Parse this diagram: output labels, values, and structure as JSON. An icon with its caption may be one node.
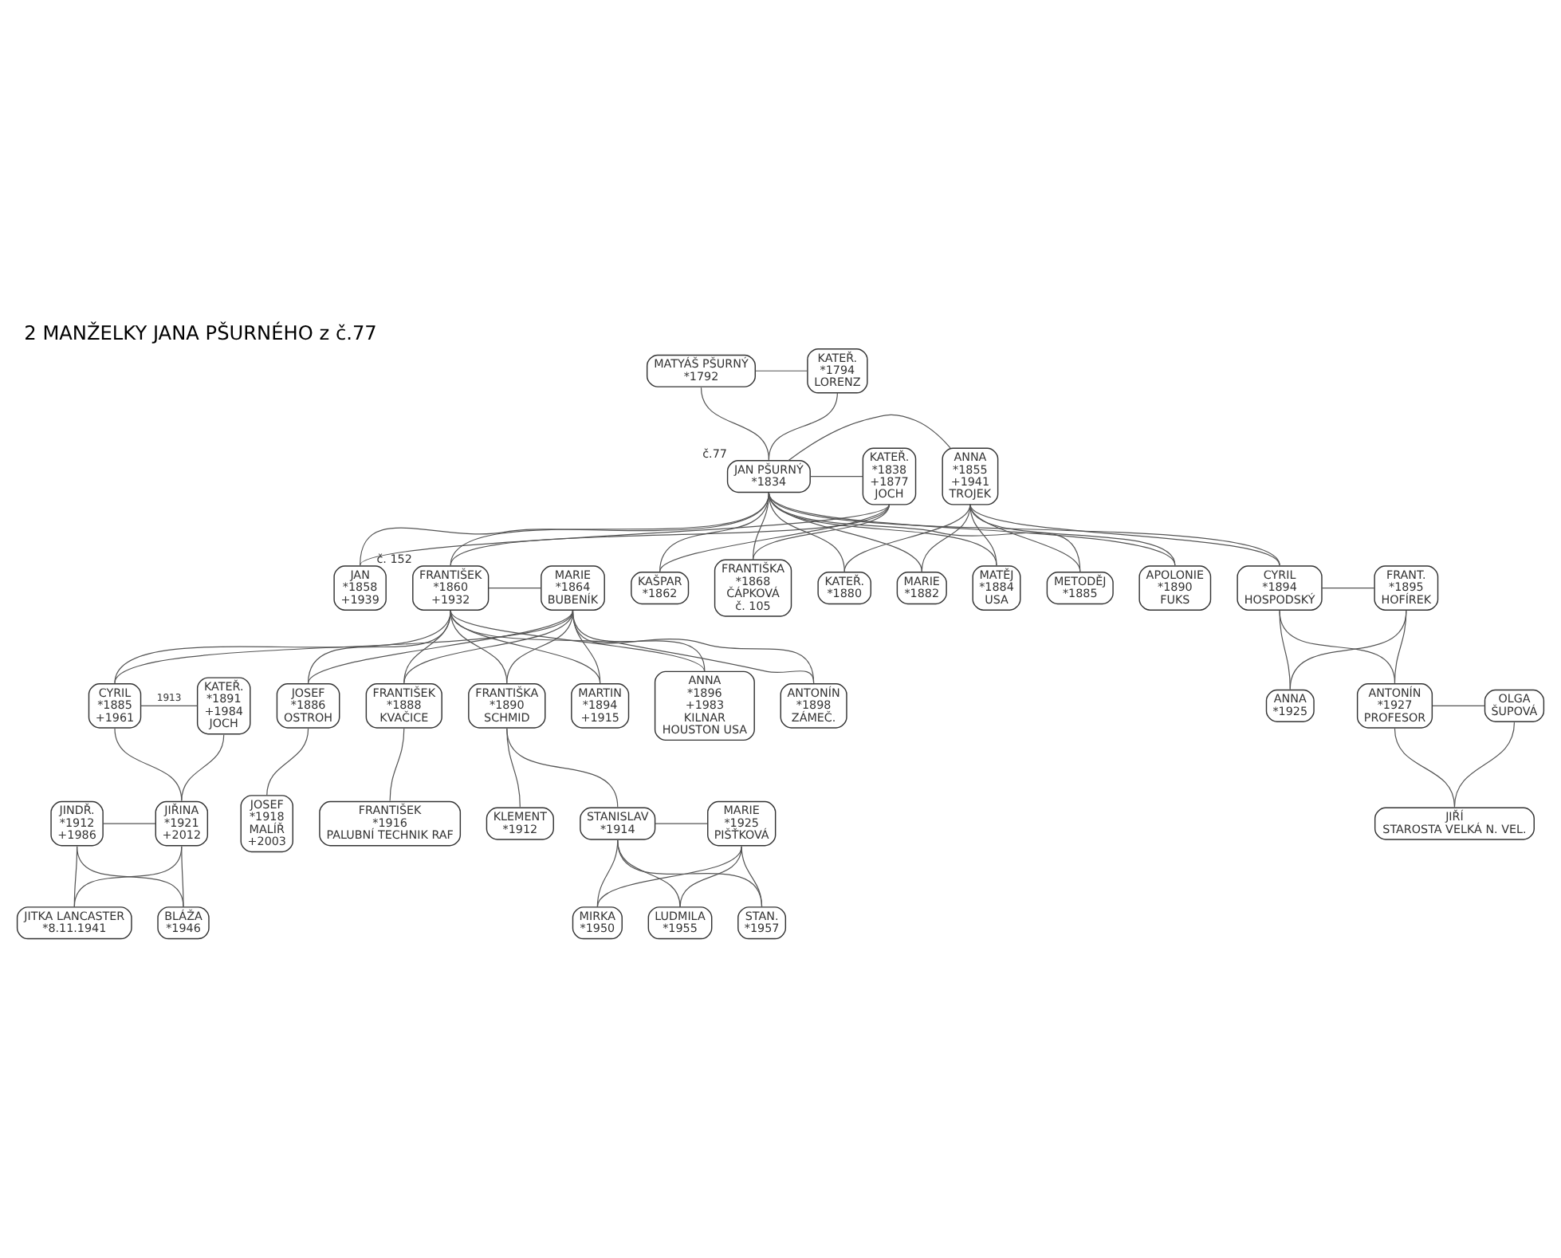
{
  "diagram": {
    "title": "2 MANŽELKY JANA PŠURNÉHO z č.77",
    "nodes": [
      {
        "text": [
          "MATYÁŠ PŠURNÝ",
          "*1792"
        ]
      },
      {
        "text": [
          "KATEŘ.",
          "*1794",
          "LORENZ"
        ]
      },
      {
        "text": [
          "JAN PŠURNÝ",
          "*1834"
        ],
        "beside": [
          "č.77"
        ]
      },
      {
        "text": [
          "KATEŘ.",
          "*1838",
          "+1877",
          "JOCH"
        ]
      },
      {
        "text": [
          "ANNA",
          "*1855",
          "+1941",
          "TROJEK"
        ]
      },
      {
        "text": [
          "JAN",
          "*1858",
          "+1939"
        ]
      },
      {
        "text": [
          "FRANTIŠEK",
          "*1860",
          "+1932"
        ],
        "beside": [
          "č. 152"
        ]
      },
      {
        "text": [
          "MARIE",
          "*1864",
          "BUBENÍK"
        ]
      },
      {
        "text": [
          "KAŠPAR",
          "*1862"
        ]
      },
      {
        "text": [
          "FRANTIŠKA",
          "*1868",
          "ČÁPKOVÁ",
          "č. 105"
        ]
      },
      {
        "text": [
          "KATEŘ.",
          "*1880"
        ]
      },
      {
        "text": [
          "MARIE",
          "*1882"
        ]
      },
      {
        "text": [
          "MATĚJ",
          "*1884",
          "USA"
        ]
      },
      {
        "text": [
          "METODĚJ",
          "*1885"
        ]
      },
      {
        "text": [
          "APOLONIE",
          "*1890",
          "FUKS"
        ]
      },
      {
        "text": [
          "CYRIL",
          "*1894",
          "HOSPODSKÝ"
        ]
      },
      {
        "text": [
          "FRANT.",
          "*1895",
          "HOFÍREK"
        ]
      },
      {
        "text": [
          "CYRIL",
          "*1885",
          "+1961"
        ]
      },
      {
        "text": [
          "KATEŘ.",
          "*1891",
          "+1984",
          "JOCH"
        ]
      },
      {
        "text": [
          "JOSEF",
          "*1886",
          "OSTROH"
        ]
      },
      {
        "text": [
          "FRANTIŠEK",
          "*1888",
          "KVAČICE"
        ]
      },
      {
        "text": [
          "FRANTIŠKA",
          "*1890",
          "SCHMID"
        ]
      },
      {
        "text": [
          "MARTIN",
          "*1894",
          "+1915"
        ]
      },
      {
        "text": [
          "ANNA",
          "*1896",
          "+1983",
          "KILNAR",
          "HOUSTON USA"
        ]
      },
      {
        "text": [
          "ANTONÍN",
          "*1898",
          "ZÁMEČ."
        ]
      },
      {
        "text": [
          "ANNA",
          "*1925"
        ]
      },
      {
        "text": [
          "ANTONÍN",
          "*1927",
          "PROFESOR"
        ]
      },
      {
        "text": [
          "OLGA",
          "ŠUPOVÁ"
        ]
      },
      {
        "text": [
          "JIŘÍ",
          "STAROSTA VELKÁ N. VEL."
        ]
      },
      {
        "text": [
          "JINDŘ.",
          "*1912",
          "+1986"
        ]
      },
      {
        "text": [
          "JIŘINA",
          "*1921",
          "+2012"
        ]
      },
      {
        "text": [
          "JOSEF",
          "*1918",
          "MALÍŘ",
          "+2003"
        ]
      },
      {
        "text": [
          "FRANTIŠEK",
          "*1916",
          "PALUBNÍ TECHNIK RAF"
        ]
      },
      {
        "text": [
          "KLEMENT",
          "*1912"
        ]
      },
      {
        "text": [
          "STANISLAV",
          "*1914"
        ]
      },
      {
        "text": [
          "MARIE",
          "*1925",
          "PIŠŤKOVÁ"
        ]
      },
      {
        "text": [
          "JITKA LANCASTER",
          "*8.11.1941"
        ]
      },
      {
        "text": [
          "BLÁŽA",
          "*1946"
        ]
      },
      {
        "text": [
          "MIRKA",
          "*1950"
        ]
      },
      {
        "text": [
          "LUDMILA",
          "*1955"
        ]
      },
      {
        "text": [
          "STAN.",
          "*1957"
        ]
      }
    ],
    "edges": [
      {
        "from": 0,
        "to": 1,
        "arrow": "none"
      },
      {
        "from": 0,
        "to": 2,
        "arrow": "none"
      },
      {
        "from": 1,
        "to": 2,
        "arrow": "none"
      },
      {
        "from": 2,
        "to": 3,
        "arrow": "none"
      },
      {
        "from": 2,
        "to": 4,
        "arrow": "none"
      },
      {
        "from": 2,
        "to": 5,
        "arrow": "none"
      },
      {
        "from": 3,
        "to": 5,
        "arrow": "none"
      },
      {
        "from": 2,
        "to": 6,
        "arrow": "none"
      },
      {
        "from": 3,
        "to": 6,
        "arrow": "none"
      },
      {
        "from": 2,
        "to": 8,
        "arrow": "none"
      },
      {
        "from": 3,
        "to": 8,
        "arrow": "none"
      },
      {
        "from": 2,
        "to": 9,
        "arrow": "none"
      },
      {
        "from": 3,
        "to": 9,
        "arrow": "none"
      },
      {
        "from": 2,
        "to": 10,
        "arrow": "none"
      },
      {
        "from": 4,
        "to": 10,
        "arrow": "none"
      },
      {
        "from": 2,
        "to": 11,
        "arrow": "none"
      },
      {
        "from": 4,
        "to": 11,
        "arrow": "none"
      },
      {
        "from": 2,
        "to": 12,
        "arrow": "none"
      },
      {
        "from": 4,
        "to": 12,
        "arrow": "none"
      },
      {
        "from": 2,
        "to": 13,
        "arrow": "none"
      },
      {
        "from": 4,
        "to": 13,
        "arrow": "none"
      },
      {
        "from": 2,
        "to": 14,
        "arrow": "none"
      },
      {
        "from": 4,
        "to": 14,
        "arrow": "none"
      },
      {
        "from": 2,
        "to": 15,
        "arrow": "none"
      },
      {
        "from": 4,
        "to": 15,
        "arrow": "none"
      },
      {
        "from": 6,
        "to": 7,
        "arrow": "none"
      },
      {
        "from": 6,
        "to": 17,
        "arrow": "none"
      },
      {
        "from": 7,
        "to": 17,
        "arrow": "none"
      },
      {
        "from": 6,
        "to": 19,
        "arrow": "none"
      },
      {
        "from": 7,
        "to": 19,
        "arrow": "none"
      },
      {
        "from": 6,
        "to": 20,
        "arrow": "none"
      },
      {
        "from": 7,
        "to": 20,
        "arrow": "none"
      },
      {
        "from": 6,
        "to": 21,
        "arrow": "none"
      },
      {
        "from": 7,
        "to": 21,
        "arrow": "none"
      },
      {
        "from": 6,
        "to": 22,
        "arrow": "none"
      },
      {
        "from": 7,
        "to": 22,
        "arrow": "none"
      },
      {
        "from": 6,
        "to": 23,
        "arrow": "none"
      },
      {
        "from": 7,
        "to": 23,
        "arrow": "none"
      },
      {
        "from": 6,
        "to": 24,
        "arrow": "none"
      },
      {
        "from": 7,
        "to": 24,
        "arrow": "none"
      },
      {
        "from": 15,
        "to": 16,
        "arrow": "none"
      },
      {
        "from": 15,
        "to": 25,
        "arrow": "none"
      },
      {
        "from": 16,
        "to": 25,
        "arrow": "none"
      },
      {
        "from": 15,
        "to": 26,
        "arrow": "none"
      },
      {
        "from": 16,
        "to": 26,
        "arrow": "none"
      },
      {
        "from": 17,
        "to": 18,
        "label": "1913",
        "arrow": "none"
      },
      {
        "from": 17,
        "to": 30,
        "arrow": "none"
      },
      {
        "from": 18,
        "to": 30,
        "arrow": "none"
      },
      {
        "from": 26,
        "to": 27,
        "arrow": "none"
      },
      {
        "from": 26,
        "to": 28,
        "arrow": "none"
      },
      {
        "from": 27,
        "to": 28,
        "arrow": "none"
      },
      {
        "from": 19,
        "to": 31,
        "arrow": "none"
      },
      {
        "from": 20,
        "to": 32,
        "arrow": "none"
      },
      {
        "from": 21,
        "to": 33,
        "arrow": "none"
      },
      {
        "from": 21,
        "to": 34,
        "arrow": "none"
      },
      {
        "from": 29,
        "to": 30,
        "arrow": "none"
      },
      {
        "from": 29,
        "to": 36,
        "arrow": "none"
      },
      {
        "from": 30,
        "to": 36,
        "arrow": "none"
      },
      {
        "from": 29,
        "to": 37,
        "arrow": "none"
      },
      {
        "from": 30,
        "to": 37,
        "arrow": "none"
      },
      {
        "from": 34,
        "to": 35,
        "arrow": "none"
      },
      {
        "from": 34,
        "to": 38,
        "arrow": "none"
      },
      {
        "from": 35,
        "to": 38,
        "arrow": "none"
      },
      {
        "from": 34,
        "to": 39,
        "arrow": "none"
      },
      {
        "from": 35,
        "to": 39,
        "arrow": "none"
      },
      {
        "from": 34,
        "to": 40,
        "arrow": "none"
      },
      {
        "from": 35,
        "to": 40,
        "arrow": "none"
      }
    ]
  }
}
